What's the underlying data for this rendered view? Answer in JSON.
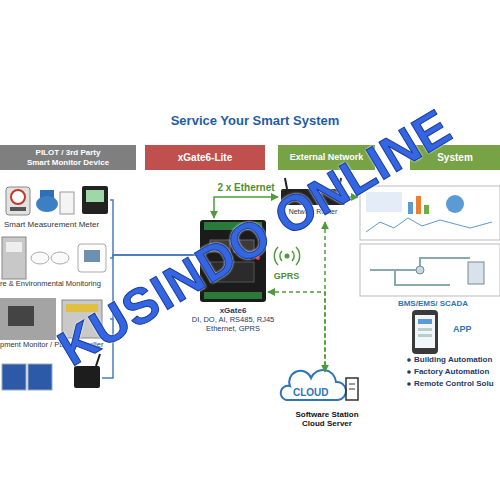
{
  "diagram": {
    "title": "Service Your Smart System",
    "nodes": [
      {
        "text": [
          "PILOT / 3rd Party Smart Monitor Device"
        ]
      },
      {
        "text": [
          "xGate6-Lite"
        ]
      },
      {
        "text": [
          "External Network"
        ]
      },
      {
        "text": [
          "System"
        ]
      },
      {
        "text": [
          "Smart Measurement Meter"
        ]
      },
      {
        "text": [
          "re & Environmental Monitoring"
        ]
      },
      {
        "text": [
          "pment Monitor / PLC Controller"
        ]
      },
      {
        "text": [
          "xGate6",
          "DI, DO, AI, RS485, RJ45 Ethernet, GPRS"
        ]
      },
      {
        "text": [
          "Network Router"
        ]
      },
      {
        "text": [
          "CLOUD",
          "Software Station Cloud Server"
        ]
      },
      {
        "text": [
          "BMS/EMS/ SCADA"
        ]
      },
      {
        "text": [
          "APP"
        ]
      }
    ],
    "edges": [
      {
        "from": 4,
        "to": 7,
        "arrow": "none"
      },
      {
        "from": 5,
        "to": 7,
        "arrow": "none"
      },
      {
        "from": 6,
        "to": 7,
        "arrow": "none"
      },
      {
        "from": 7,
        "to": 8,
        "label": "2 x Ethernet",
        "arrow": "both"
      },
      {
        "from": 8,
        "to": 9,
        "arrow": "both"
      },
      {
        "from": 9,
        "to": 7,
        "label": "GPRS",
        "arrow": "to"
      },
      {
        "from": 8,
        "to": 10,
        "arrow": "to"
      }
    ],
    "labels": [
      "Building Automation",
      "Factory Automation",
      "Remote Control Solu",
      "KUSINDO ONLINE"
    ]
  }
}
